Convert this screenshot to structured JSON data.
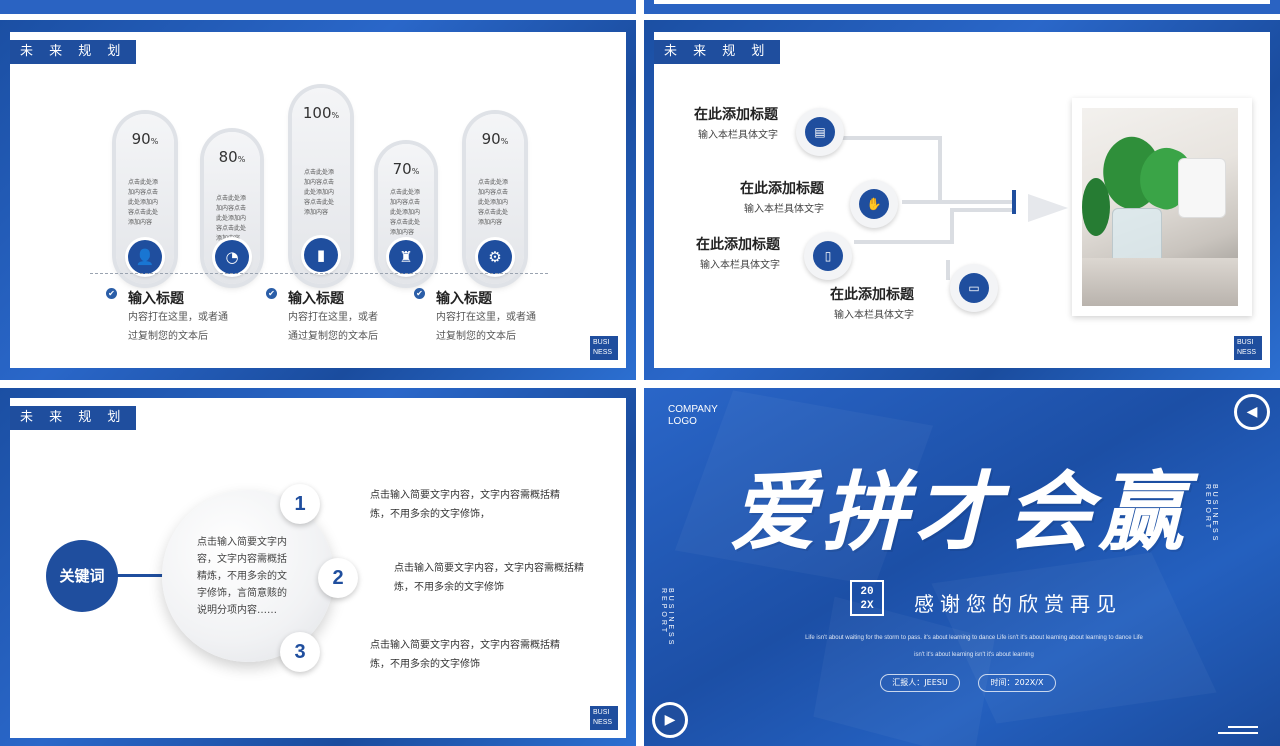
{
  "colors": {
    "primary": "#1f4e9e",
    "frame": "#2a63c2",
    "text_dark": "#222222",
    "text_muted": "#555555"
  },
  "common": {
    "section_tag": "未 来 规 划",
    "business_badge_line1": "BUSI",
    "business_badge_line2": "NESS"
  },
  "slide1": {
    "pills": [
      {
        "value": "90",
        "unit": "%",
        "text": [
          "点击此处添",
          "加内容点击",
          "此处添加内",
          "容点击此处",
          "添加内容"
        ],
        "icon": "user-icon",
        "glyph": "👤"
      },
      {
        "value": "80",
        "unit": "%",
        "text": [
          "点击此处添",
          "加内容点击",
          "此处添加内",
          "容点击此处",
          "添加内容"
        ],
        "icon": "pie-chart-icon",
        "glyph": "◔"
      },
      {
        "value": "100",
        "unit": "%",
        "text": [
          "点击此处添",
          "加内容点击",
          "此处添加内",
          "容点击此处",
          "添加内容"
        ],
        "icon": "bar-chart-icon",
        "glyph": "▮"
      },
      {
        "value": "70",
        "unit": "%",
        "text": [
          "点击此处添",
          "加内容点击",
          "此处添加内",
          "容点击此处",
          "添加内容"
        ],
        "icon": "money-bag-icon",
        "glyph": "♜"
      },
      {
        "value": "90",
        "unit": "%",
        "text": [
          "点击此处添",
          "加内容点击",
          "此处添加内",
          "容点击此处",
          "添加内容"
        ],
        "icon": "gear-icon",
        "glyph": "⚙"
      }
    ],
    "columns": [
      {
        "title": "输入标题",
        "line1": "内容打在这里，或者通",
        "line2": "过复制您的文本后"
      },
      {
        "title": "输入标题",
        "line1": "内容打在这里，或者",
        "line2": "通过复制您的文本后"
      },
      {
        "title": "输入标题",
        "line1": "内容打在这里，或者通",
        "line2": "过复制您的文本后"
      }
    ]
  },
  "slide2": {
    "items": [
      {
        "title": "在此添加标题",
        "sub": "输入本栏具体文字",
        "icon": "document-icon",
        "glyph": "▤"
      },
      {
        "title": "在此添加标题",
        "sub": "输入本栏具体文字",
        "icon": "handshake-icon",
        "glyph": "✋"
      },
      {
        "title": "在此添加标题",
        "sub": "输入本栏具体文字",
        "icon": "tablet-icon",
        "glyph": "▯"
      },
      {
        "title": "在此添加标题",
        "sub": "输入本栏具体文字",
        "icon": "monitor-icon",
        "glyph": "▭"
      }
    ]
  },
  "slide3": {
    "keyword": "关键词",
    "center_text": [
      "点击输入简要文字内",
      "容，文字内容需概括",
      "精炼，不用多余的文",
      "字修饰，言简意赅的",
      "说明分项内容……"
    ],
    "points": [
      {
        "num": "1",
        "line1": "点击输入简要文字内容，文字内容需概括精",
        "line2": "炼，不用多余的文字修饰，"
      },
      {
        "num": "2",
        "line1": "点击输入简要文字内容，文字内容需概括精",
        "line2": "炼，不用多余的文字修饰"
      },
      {
        "num": "3",
        "line1": "点击输入简要文字内容，文字内容需概括精",
        "line2": "炼，不用多余的文字修饰"
      }
    ]
  },
  "slide4": {
    "logo_line1": "COMPANY",
    "logo_line2": "LOGO",
    "side_text": "BUSINESS   REPORT",
    "headline": "爱拼才会赢",
    "year_line1": "20",
    "year_line2": "2X",
    "thanks": "感谢您的欣赏再见",
    "quote_line1": "Life isn't about waiting for the storm  to pass. it's about learning to dance Life isn't it's about learning about learning to dance Life",
    "quote_line2": "isn't it's about learning isn't it's about learning",
    "reporter": "汇报人：JEESU",
    "time": "时间：202X/X"
  }
}
